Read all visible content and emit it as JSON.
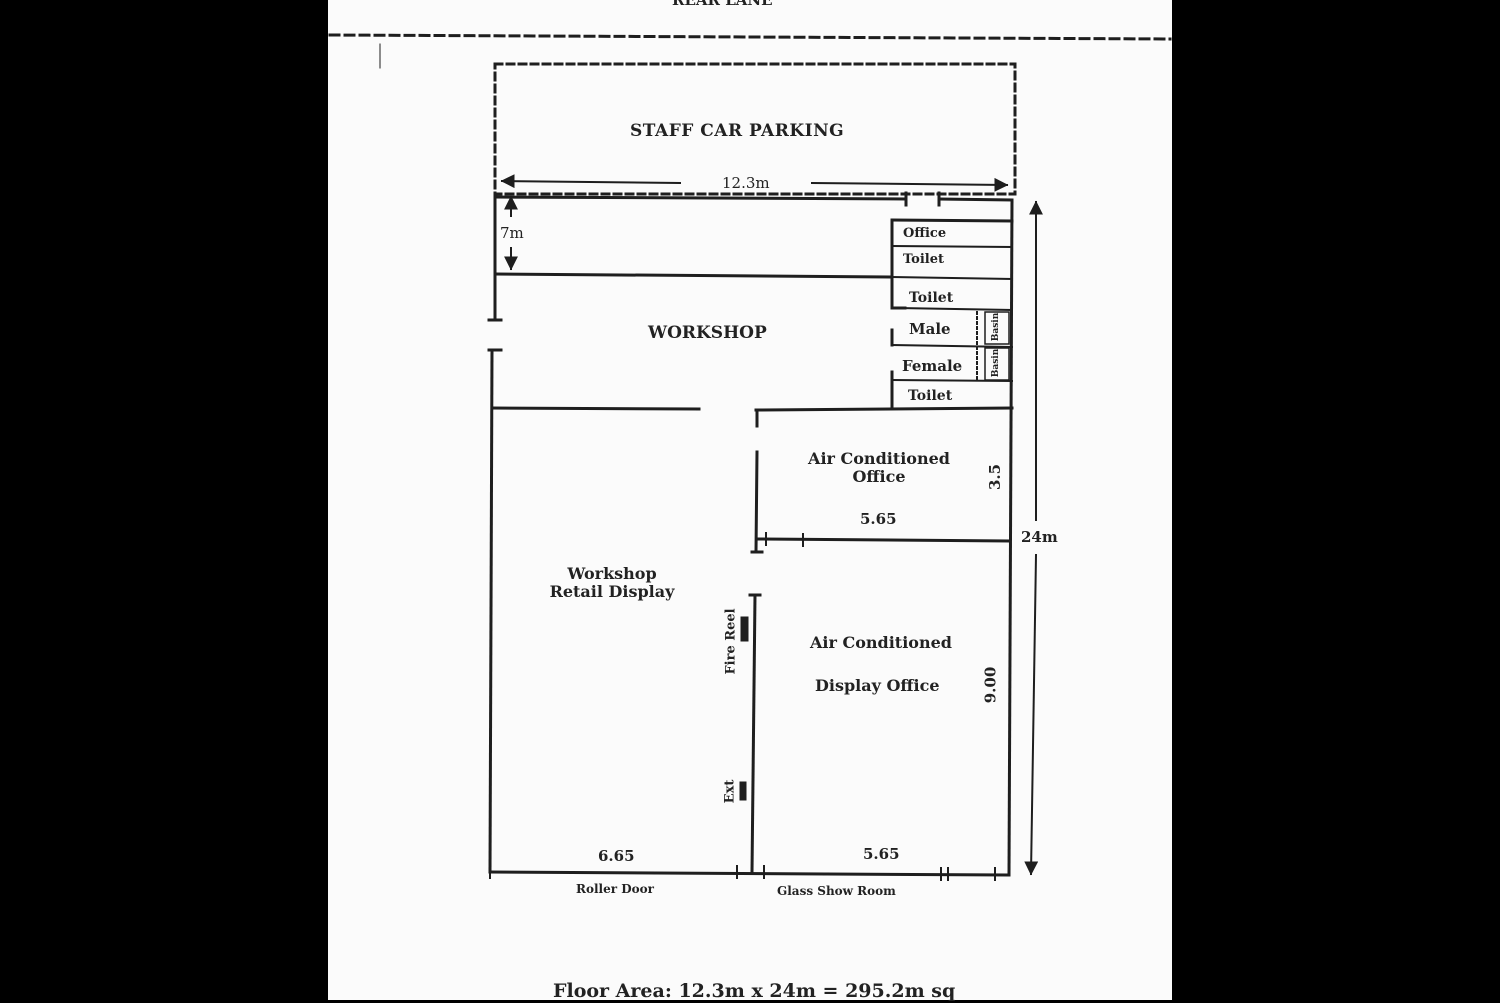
{
  "header": {
    "rear_lane": "REAR LANE"
  },
  "rooms": {
    "staff_car_parking": "STAFF CAR PARKING",
    "office_small": "Office",
    "toilet_1": "Toilet",
    "toilet_2": "Toilet",
    "male": "Male",
    "female": "Female",
    "toilet_3": "Toilet",
    "basin_1": "Basin",
    "basin_2": "Basin",
    "workshop": "WORKSHOP",
    "ac_office_line1": "Air Conditioned",
    "ac_office_line2": "Office",
    "retail_line1": "Workshop",
    "retail_line2": "Retail Display",
    "display_office_line1": "Air Conditioned",
    "display_office_line2": "Display Office"
  },
  "fixtures": {
    "fire_reel": "Fire Reel",
    "extinguisher": "Ext"
  },
  "dimensions": {
    "width_top": "12.3m",
    "parking_depth": "7m",
    "total_length": "24m",
    "ac_office_depth": "3.5",
    "ac_office_width": "5.65",
    "display_depth": "9.00",
    "front_left": "6.65",
    "front_right": "5.65"
  },
  "frontage": {
    "roller_door": "Roller Door",
    "glass_show_room": "Glass Show Room"
  },
  "footer": {
    "floor_area": "Floor Area: 12.3m x 24m = 295.2m sq"
  },
  "colors": {
    "line": "#1e1e1e",
    "paper": "#fbfbfb",
    "background": "#000000"
  }
}
